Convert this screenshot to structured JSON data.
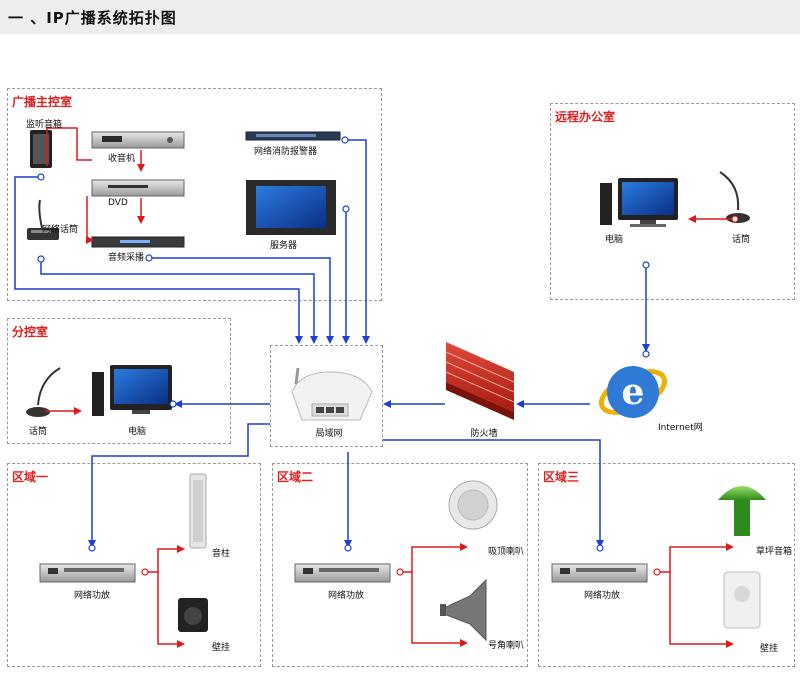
{
  "header": {
    "title": "一 、IP广播系统拓扑图"
  },
  "colors": {
    "blue_line": "#1c3fd6",
    "red_line": "#e01818",
    "zone_title": "#e02020"
  },
  "zones": {
    "main_control": "广播主控室",
    "remote_office": "远程办公室",
    "sub_control": "分控室",
    "zone1": "区域一",
    "zone2": "区域二",
    "zone3": "区域三"
  },
  "devices": {
    "monitor_speaker": "监听音箱",
    "radio": "收音机",
    "dvd": "DVD",
    "network_mic": "网络话筒",
    "audio_capture": "音频采播",
    "fire_alarm": "网络消防报警器",
    "server": "服务器",
    "remote_pc": "电脑",
    "remote_mic": "话筒",
    "sub_mic": "话筒",
    "sub_pc": "电脑",
    "lan": "局域网",
    "firewall": "防火墙",
    "internet": "Internet网",
    "z1_amp": "网络功放",
    "z1_column": "音柱",
    "z1_wall": "壁挂",
    "z2_amp": "网络功放",
    "z2_ceiling": "吸顶喇叭",
    "z2_horn": "号角喇叭",
    "z3_amp": "网络功放",
    "z3_lawn": "草坪音箱",
    "z3_wall": "壁挂"
  }
}
